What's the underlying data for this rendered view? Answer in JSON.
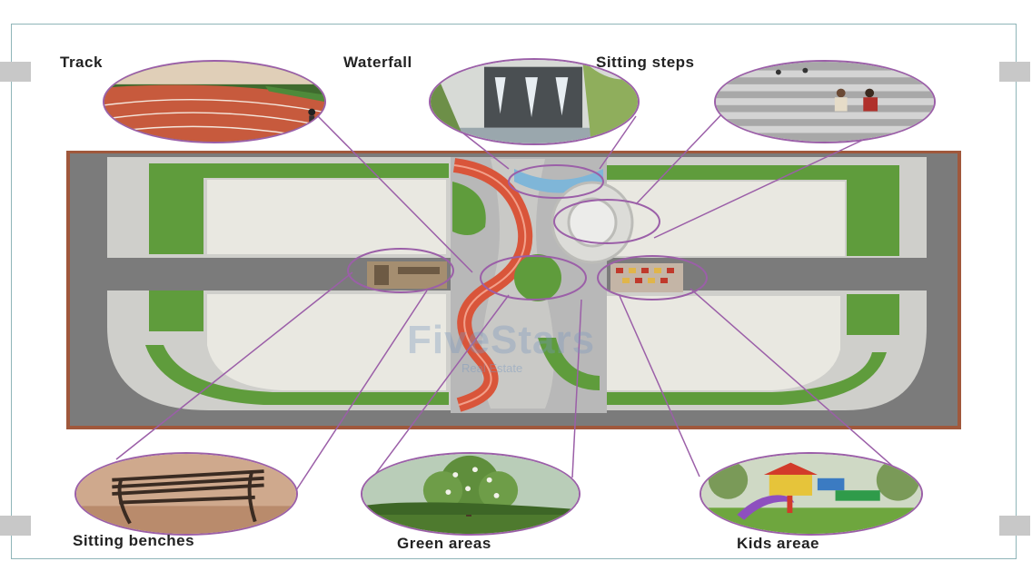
{
  "labels": {
    "track": "Track",
    "waterfall": "Waterfall",
    "sitting_steps": "Sitting steps",
    "sitting_benches": "Sitting benches",
    "green_areas": "Green areas",
    "kids_area": "Kids areae"
  },
  "watermark": {
    "brand": "FiveStars",
    "sub": "Real Estate"
  },
  "colors": {
    "callout": "#9b5fa8",
    "track_red": "#d9553a",
    "green": "#5f9c3c",
    "paving": "#e9e8e1",
    "road": "#7b7b7b",
    "border_brown": "#a0583c",
    "water": "#7fb6d8"
  }
}
